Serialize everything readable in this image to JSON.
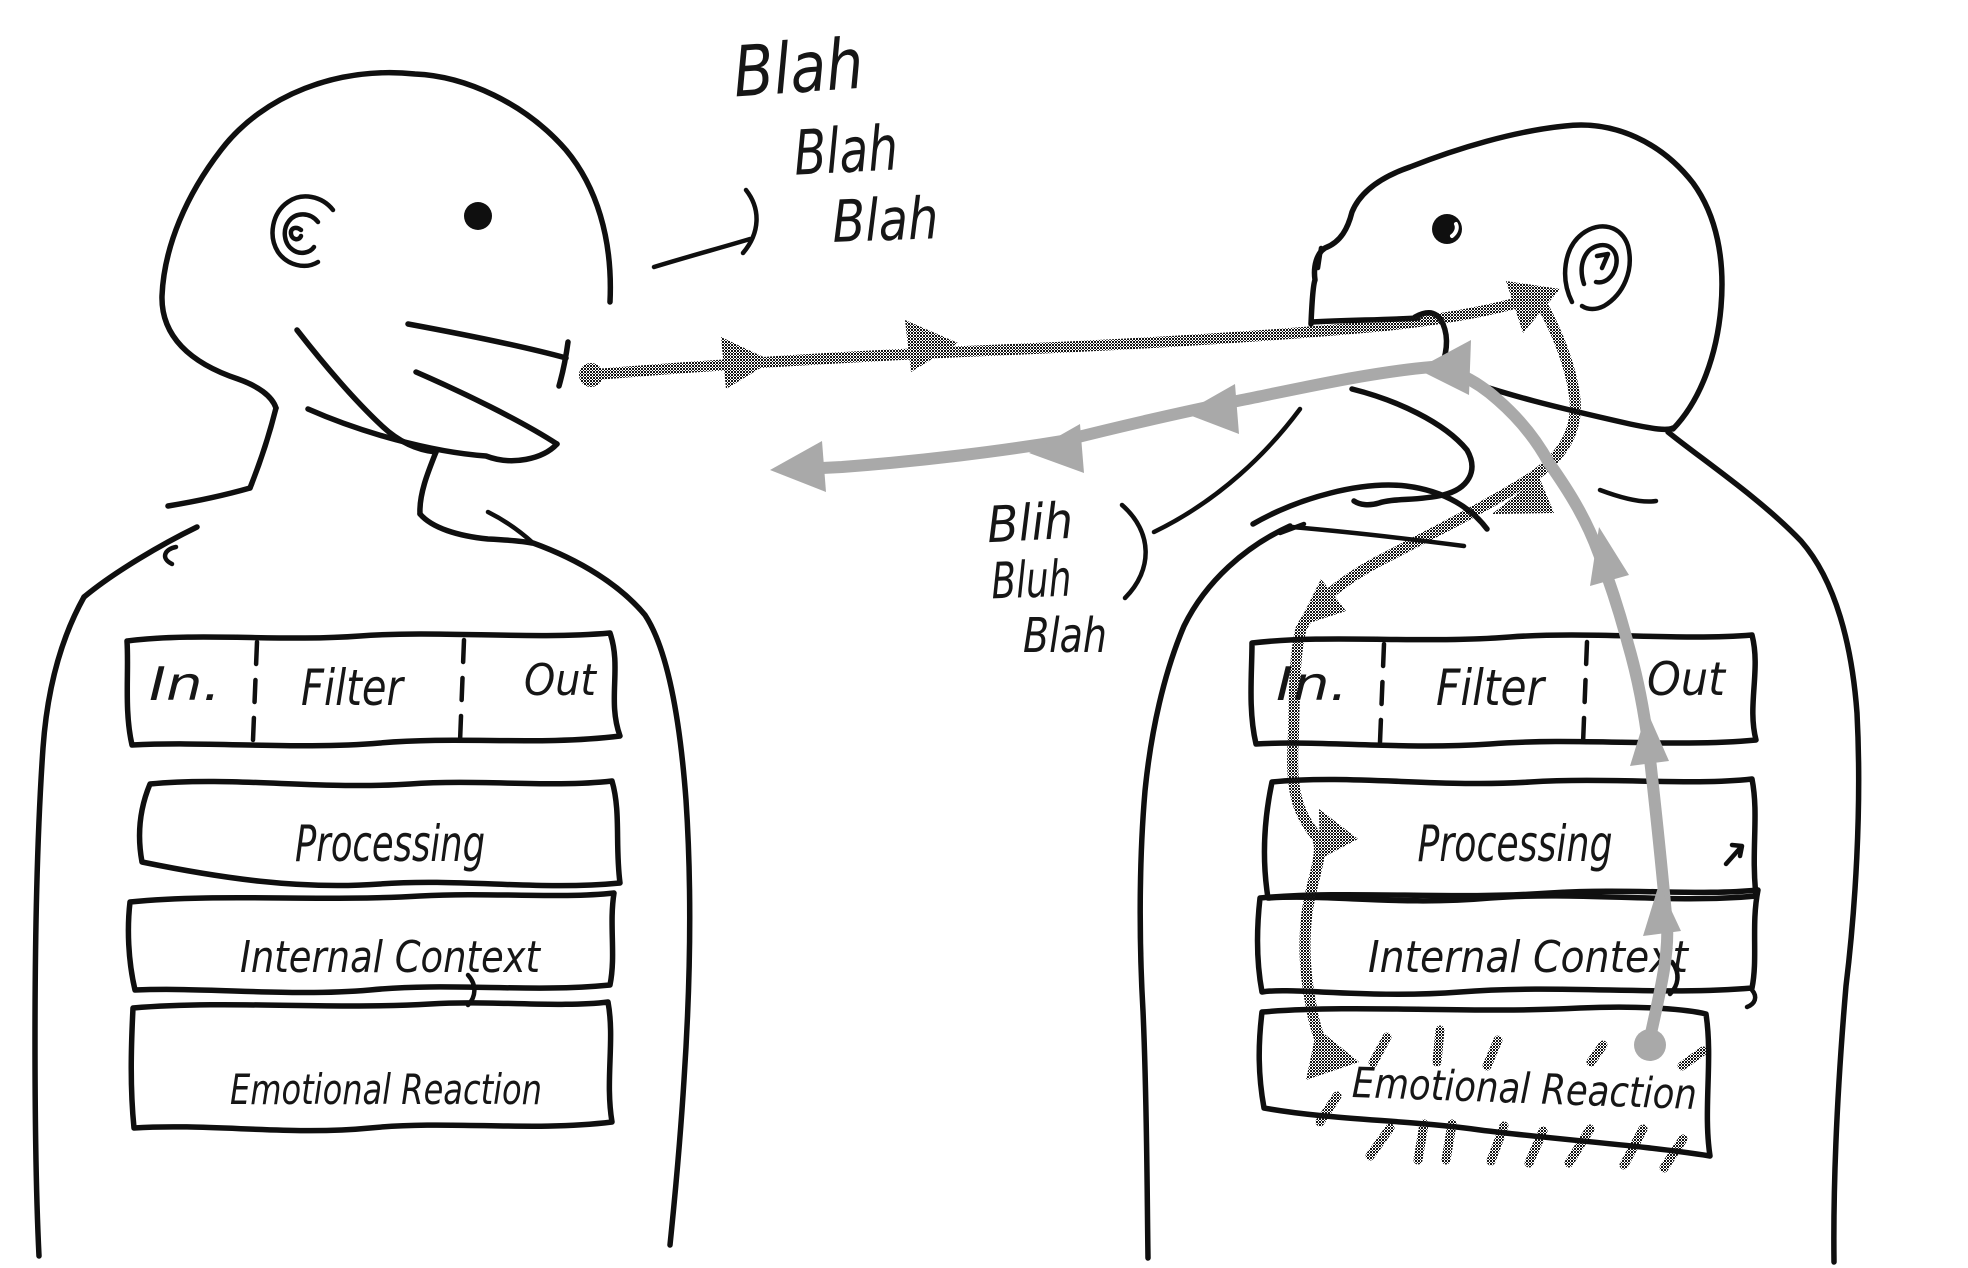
{
  "speech": {
    "spoken": [
      "Blah",
      "Blah",
      "Blah"
    ],
    "reply": [
      "Blih",
      "Bluh",
      "Blah"
    ]
  },
  "left_person": {
    "io_box": {
      "in_label": "In.",
      "filter_label": "Filter",
      "out_label": "Out"
    },
    "processing_label": "Processing",
    "internal_context_label": "Internal Context",
    "emotional_reaction_label": "Emotional Reaction"
  },
  "right_person": {
    "io_box": {
      "in_label": "In.",
      "filter_label": "Filter",
      "out_label": "Out"
    },
    "processing_label": "Processing",
    "internal_context_label": "Internal Context",
    "emotional_reaction_label": "Emotional Reaction"
  },
  "colors": {
    "ink": "#0f0f0f",
    "spoken_arrow_dither": "#6f6f6f",
    "reply_arrow": "#a9a9a9",
    "background": "#ffffff"
  }
}
